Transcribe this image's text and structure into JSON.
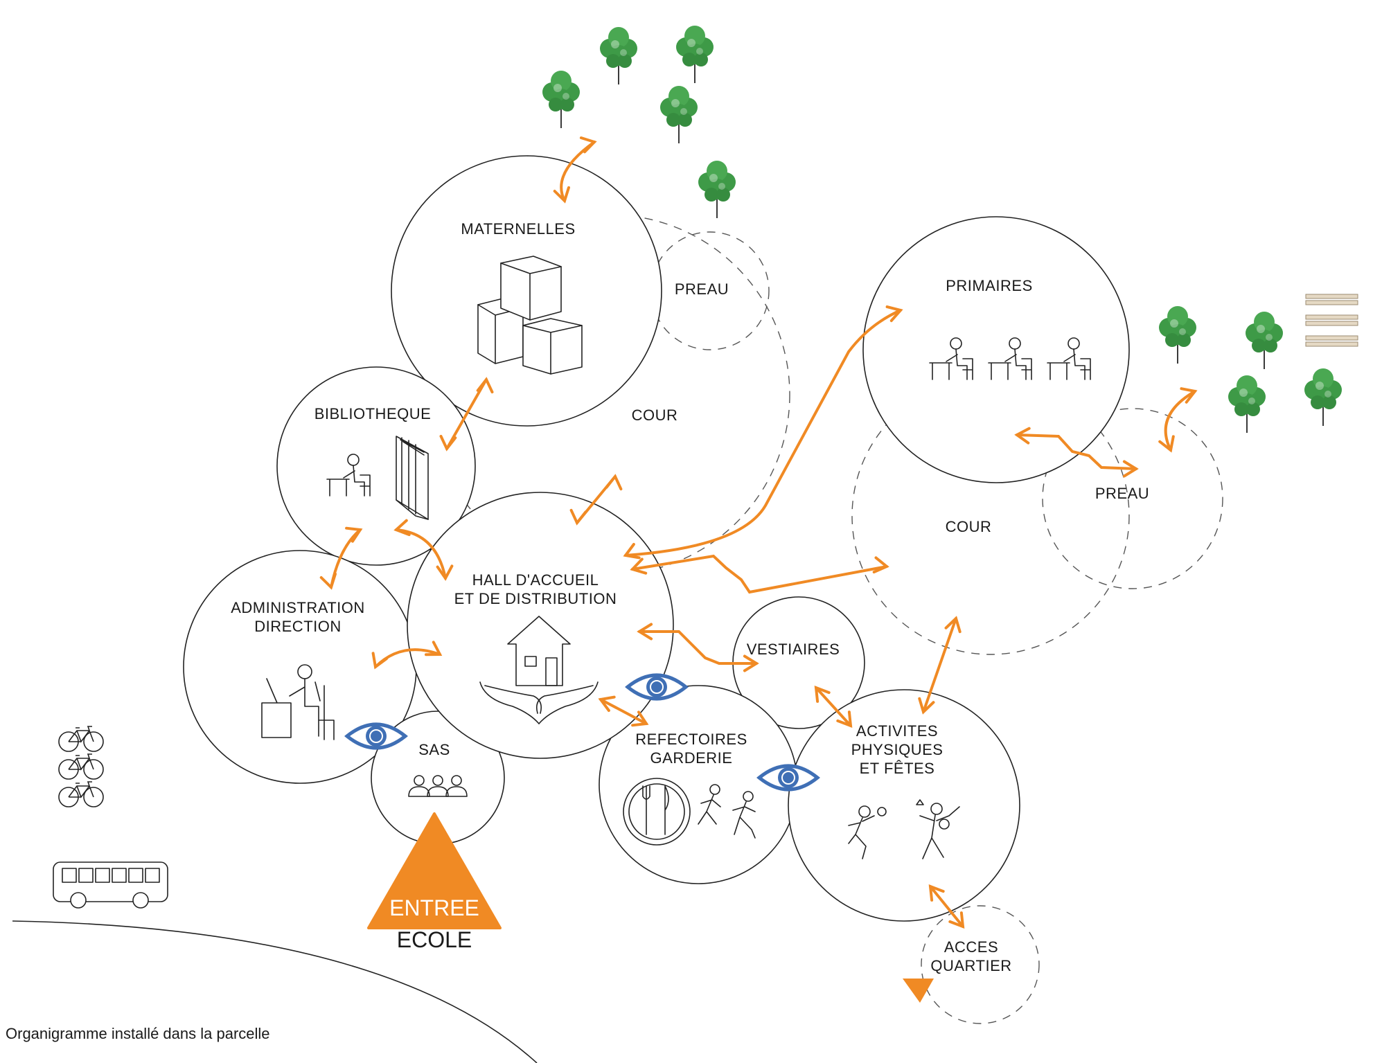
{
  "colors": {
    "accent": "#f08a24",
    "eye": "#3f6fb5",
    "tree": "#3e9a47",
    "line": "#222222"
  },
  "zones": {
    "maternelles": "MATERNELLES",
    "preau_top": "PREAU",
    "cour_top": "COUR",
    "bibliotheque": "BIBLIOTHEQUE",
    "hall_line1": "HALL D'ACCUEIL",
    "hall_line2": "ET DE DISTRIBUTION",
    "admin_line1": "ADMINISTRATION",
    "admin_line2": "DIRECTION",
    "sas": "SAS",
    "primaires": "PRIMAIRES",
    "preau_right": "PREAU",
    "cour_right": "COUR",
    "vestiaires": "VESTIAIRES",
    "refectoires_line1": "REFECTOIRES",
    "refectoires_line2": "GARDERIE",
    "activites_line1": "ACTIVITES",
    "activites_line2": "PHYSIQUES",
    "activites_line3": "ET FÊTES",
    "acces_line1": "ACCES",
    "acces_line2": "QUARTIER"
  },
  "entrance": {
    "label1": "ENTREE",
    "label2": "ECOLE"
  },
  "caption": "Organigramme installé dans la parcelle",
  "icons": [
    "tree-icon",
    "eye-icon",
    "bicycle-icon",
    "bus-icon",
    "house-hands-icon",
    "cubes-icon",
    "students-desks-icon",
    "reader-icon",
    "book-icon",
    "office-worker-icon",
    "people-group-icon",
    "plate-cutlery-icon",
    "children-running-icon",
    "sports-players-icon",
    "parking-stripes-icon"
  ]
}
